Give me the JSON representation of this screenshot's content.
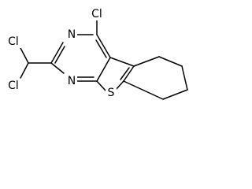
{
  "molecule": {
    "atoms": {
      "cl_top": "Cl",
      "n3": "N",
      "n1": "N",
      "s": "S",
      "cl_left": "Cl",
      "cl_bottom": "Cl"
    }
  }
}
